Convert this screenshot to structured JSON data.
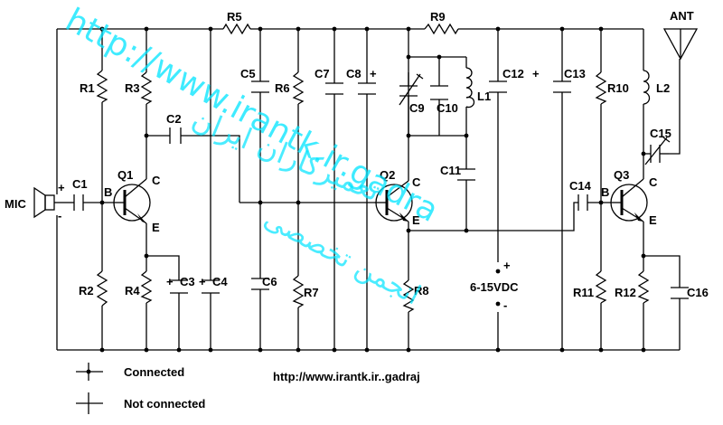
{
  "components": {
    "R1": "R1",
    "R2": "R2",
    "R3": "R3",
    "R4": "R4",
    "R5": "R5",
    "R6": "R6",
    "R7": "R7",
    "R8": "R8",
    "R9": "R9",
    "R10": "R10",
    "R11": "R11",
    "R12": "R12",
    "C1": "C1",
    "C2": "C2",
    "C3": "C3",
    "C4": "C4",
    "C5": "C5",
    "C6": "C6",
    "C7": "C7",
    "C8": "C8",
    "C9": "C9",
    "C10": "C10",
    "C11": "C11",
    "C12": "C12",
    "C13": "C13",
    "C14": "C14",
    "C15": "C15",
    "C16": "C16",
    "L1": "L1",
    "L2": "L2",
    "Q1": "Q1",
    "Q2": "Q2",
    "Q3": "Q3"
  },
  "pins": {
    "base": "B",
    "collector": "C",
    "emitter": "E"
  },
  "polarity": {
    "plus": "+",
    "minus": "-"
  },
  "labels": {
    "mic": "MIC",
    "antenna": "ANT",
    "supply": "6-15VDC"
  },
  "legend": {
    "connected": "Connected",
    "not_connected": "Not connected"
  },
  "footer_url": "http://www.irantk.ir..gadraj",
  "watermark": {
    "url": "http://www.irantk.ir.gadra",
    "persian_1": "تعمیرکاران ایران",
    "persian_2": "انجمن تخصصی"
  }
}
